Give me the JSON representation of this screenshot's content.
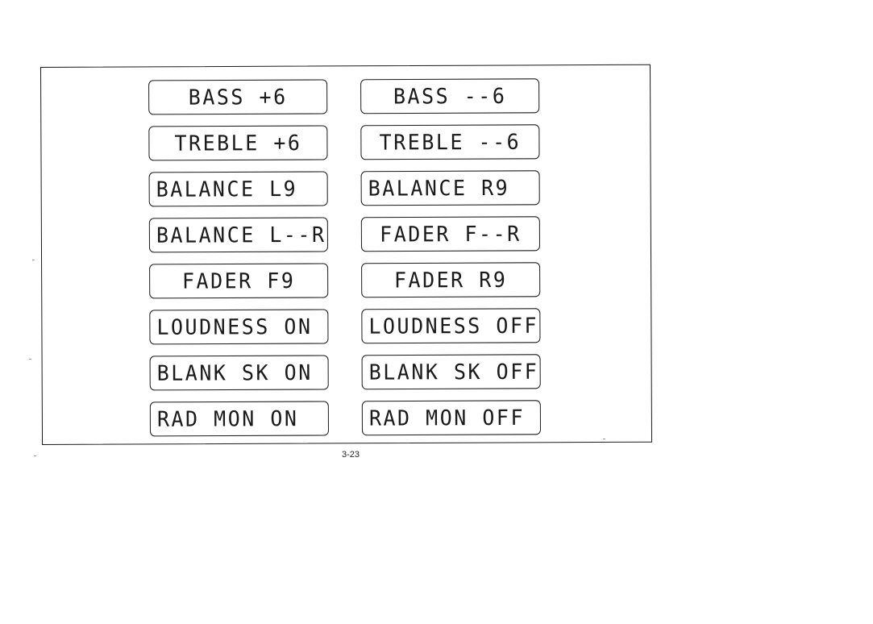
{
  "displays": {
    "left": [
      {
        "text": "BASS +6",
        "align": "center"
      },
      {
        "text": "TREBLE +6",
        "align": "center"
      },
      {
        "text": "BALANCE L9",
        "align": "left"
      },
      {
        "text": "BALANCE L--R",
        "align": "left"
      },
      {
        "text": "FADER F9",
        "align": "center"
      },
      {
        "text": "LOUDNESS ON",
        "align": "left"
      },
      {
        "text": "BLANK SK ON",
        "align": "left"
      },
      {
        "text": "RAD MON ON",
        "align": "left"
      }
    ],
    "right": [
      {
        "text": "BASS --6",
        "align": "center"
      },
      {
        "text": "TREBLE --6",
        "align": "center"
      },
      {
        "text": "BALANCE R9",
        "align": "left"
      },
      {
        "text": "FADER F--R",
        "align": "center"
      },
      {
        "text": "FADER R9",
        "align": "center"
      },
      {
        "text": "LOUDNESS OFF",
        "align": "left"
      },
      {
        "text": "BLANK SK OFF",
        "align": "left"
      },
      {
        "text": "RAD MON OFF",
        "align": "left"
      }
    ]
  },
  "footer": {
    "page_number": "3-23"
  }
}
